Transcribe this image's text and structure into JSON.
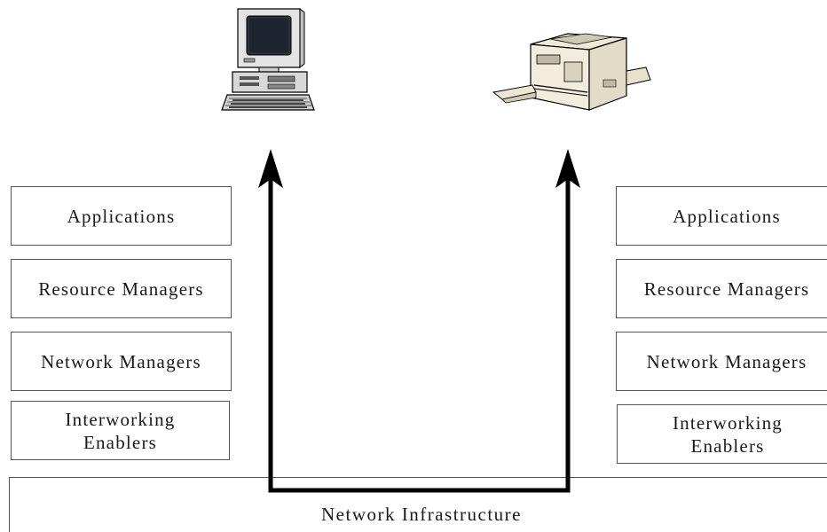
{
  "left_stack": {
    "applications": "Applications",
    "resource_managers": "Resource Managers",
    "network_managers": "Network Managers",
    "interworking_enablers": "Interworking\nEnablers"
  },
  "right_stack": {
    "applications": "Applications",
    "resource_managers": "Resource Managers",
    "network_managers": "Network Managers",
    "interworking_enablers": "Interworking\nEnablers"
  },
  "network_infrastructure": "Network Infrastructure",
  "icons": {
    "left_device": "desktop-computer-icon",
    "right_device": "copier-printer-icon"
  },
  "colors": {
    "line": "#000000",
    "box_border": "#555555",
    "text": "#1a1a1a"
  }
}
